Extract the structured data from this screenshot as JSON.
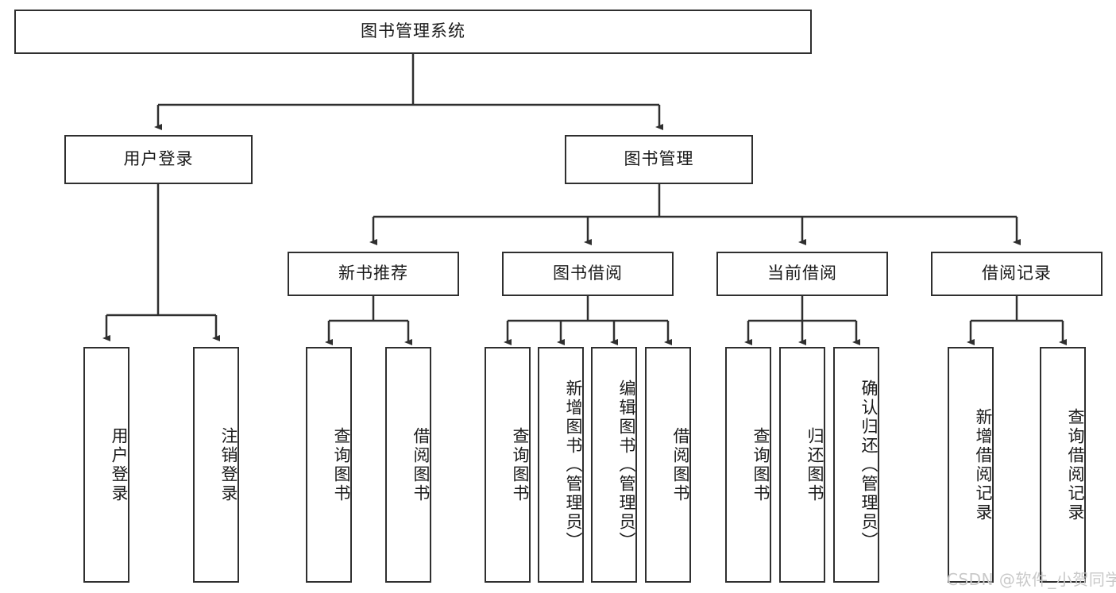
{
  "diagram": {
    "type": "tree-hierarchy-chart",
    "title": "图书管理系统",
    "watermark": "CSDN @软件_小贺同学",
    "style": {
      "box_border_color": "#2f2f2f",
      "box_fill_color": "#ffffff",
      "connector_color": "#2f2f2f",
      "text_color": "#1a1a1a",
      "background": "#ffffff"
    },
    "root": {
      "label": "图书管理系统"
    },
    "level2": [
      {
        "label": "用户登录"
      },
      {
        "label": "图书管理"
      }
    ],
    "level3": [
      {
        "label": "新书推荐"
      },
      {
        "label": "图书借阅"
      },
      {
        "label": "当前借阅"
      },
      {
        "label": "借阅记录"
      }
    ],
    "leaves": {
      "user_login": [
        {
          "label": "用户登录"
        },
        {
          "label": "注销登录"
        }
      ],
      "new_book_recommend": [
        {
          "label": "查询图书"
        },
        {
          "label": "借阅图书"
        }
      ],
      "book_borrow": [
        {
          "label": "查询图书"
        },
        {
          "label": "新增图书（管理员）"
        },
        {
          "label": "编辑图书（管理员）"
        },
        {
          "label": "借阅图书"
        }
      ],
      "current_borrow": [
        {
          "label": "查询图书"
        },
        {
          "label": "归还图书"
        },
        {
          "label": "确认归还（管理员）"
        }
      ],
      "borrow_record": [
        {
          "label": "新增借阅记录"
        },
        {
          "label": "查询借阅记录"
        }
      ]
    }
  }
}
